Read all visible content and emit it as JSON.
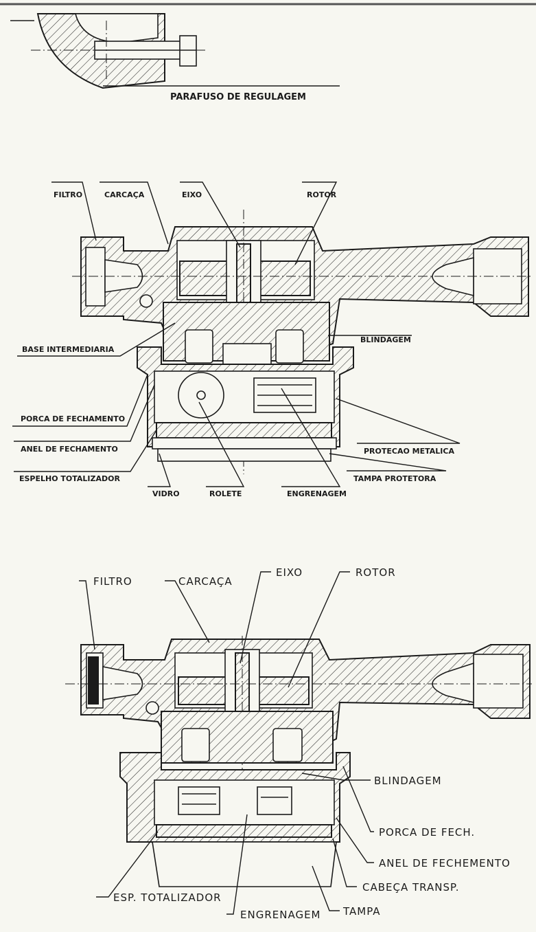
{
  "diagram": {
    "top_detail": {
      "label": "PARAFUSO DE REGULAGEM"
    },
    "view_1": {
      "labels": {
        "filtro": "FILTRO",
        "carcaca": "CARCAÇA",
        "eixo": "EIXO",
        "rotor": "ROTOR",
        "blindagem": "BLINDAGEM",
        "base_intermediaria": "BASE INTERMEDIARIA",
        "porca_fechamento": "PORCA DE FECHAMENTO",
        "anel_fechamento": "ANEL DE FECHAMENTO",
        "espelho_totalizador": "ESPELHO TOTALIZADOR",
        "vidro": "VIDRO",
        "rolete": "ROLETE",
        "engrenagem": "ENGRENAGEM",
        "tampa_protetora": "TAMPA PROTETORA",
        "protecao_metalica": "PROTECAO METALICA"
      }
    },
    "view_2": {
      "labels": {
        "filtro": "FILTRO",
        "carcaca": "CARCAÇA",
        "eixo": "EIXO",
        "rotor": "ROTOR",
        "blindagem": "BLINDAGEM",
        "porca_fech": "PORCA DE FECH.",
        "anel_fechamento": "ANEL DE FECHEMENTO",
        "cabeca_transp": "CABEÇA TRANSP.",
        "tampa": "TAMPA",
        "engrenagem": "ENGRENAGEM",
        "esp_totalizador": "ESP. TOTALIZADOR"
      }
    }
  }
}
